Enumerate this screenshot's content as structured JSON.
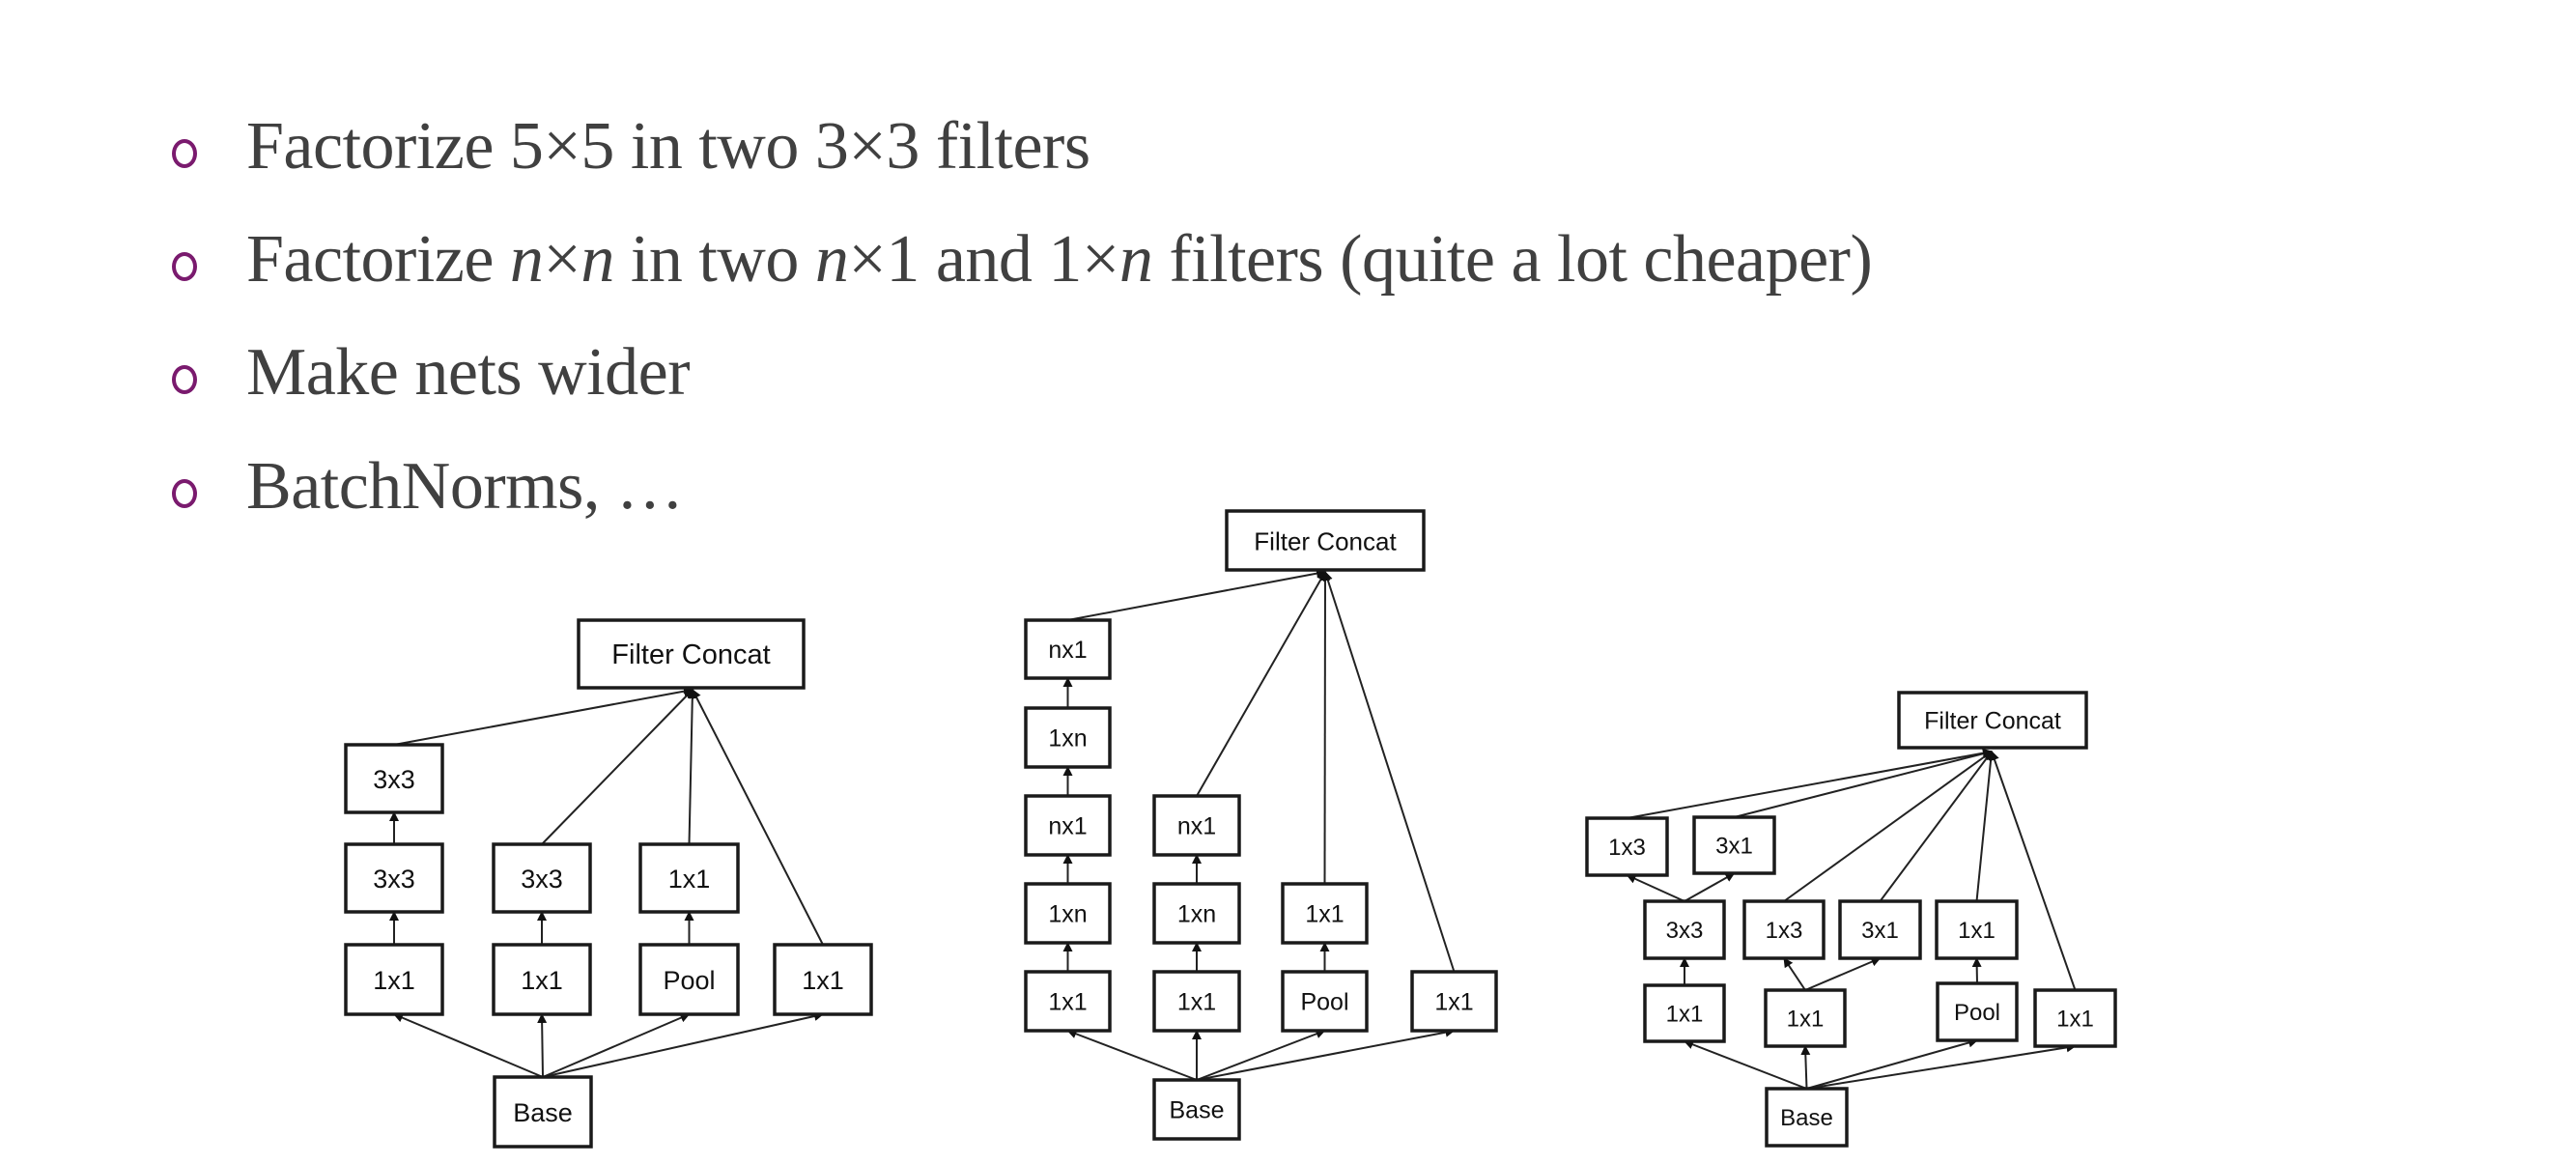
{
  "bullets": [
    {
      "segments": [
        {
          "text": "Factorize 5×5 in two 3×3 filters",
          "italic": false
        }
      ]
    },
    {
      "segments": [
        {
          "text": "Factorize ",
          "italic": false
        },
        {
          "text": "n",
          "italic": true
        },
        {
          "text": "×",
          "italic": false
        },
        {
          "text": "n",
          "italic": true
        },
        {
          "text": " in two ",
          "italic": false
        },
        {
          "text": "n",
          "italic": true
        },
        {
          "text": "×1 and 1×",
          "italic": false
        },
        {
          "text": "n",
          "italic": true
        },
        {
          "text": " filters (quite a lot cheaper)",
          "italic": false
        }
      ]
    },
    {
      "segments": [
        {
          "text": "Make nets wider",
          "italic": false
        }
      ]
    },
    {
      "segments": [
        {
          "text": "BatchNorms, …",
          "italic": false
        }
      ]
    }
  ],
  "colors": {
    "bullet": "#7a1a6e",
    "text": "#404040",
    "diagram_stroke": "#1a1a1a"
  },
  "diagrams": [
    {
      "name": "inception-3x3-factorized",
      "nodes": [
        {
          "id": "concat",
          "label": "Filter Concat"
        },
        {
          "id": "a3",
          "label": "3x3"
        },
        {
          "id": "a2",
          "label": "3x3"
        },
        {
          "id": "a1",
          "label": "1x1"
        },
        {
          "id": "b2",
          "label": "3x3"
        },
        {
          "id": "b1",
          "label": "1x1"
        },
        {
          "id": "c2",
          "label": "1x1"
        },
        {
          "id": "c1",
          "label": "Pool"
        },
        {
          "id": "d1",
          "label": "1x1"
        },
        {
          "id": "base",
          "label": "Base"
        }
      ],
      "edges": [
        [
          "base",
          "a1"
        ],
        [
          "base",
          "b1"
        ],
        [
          "base",
          "c1"
        ],
        [
          "base",
          "d1"
        ],
        [
          "a1",
          "a2"
        ],
        [
          "a2",
          "a3"
        ],
        [
          "b1",
          "b2"
        ],
        [
          "c1",
          "c2"
        ],
        [
          "a3",
          "concat"
        ],
        [
          "b2",
          "concat"
        ],
        [
          "c2",
          "concat"
        ],
        [
          "d1",
          "concat"
        ]
      ]
    },
    {
      "name": "inception-nxn-factorized",
      "nodes": [
        {
          "id": "concat",
          "label": "Filter Concat"
        },
        {
          "id": "a5",
          "label": "nx1"
        },
        {
          "id": "a4",
          "label": "1xn"
        },
        {
          "id": "a3",
          "label": "nx1"
        },
        {
          "id": "a2",
          "label": "1xn"
        },
        {
          "id": "a1",
          "label": "1x1"
        },
        {
          "id": "b3",
          "label": "nx1"
        },
        {
          "id": "b2",
          "label": "1xn"
        },
        {
          "id": "b1",
          "label": "1x1"
        },
        {
          "id": "c2",
          "label": "1x1"
        },
        {
          "id": "c1",
          "label": "Pool"
        },
        {
          "id": "d1",
          "label": "1x1"
        },
        {
          "id": "base",
          "label": "Base"
        }
      ],
      "edges": [
        [
          "base",
          "a1"
        ],
        [
          "base",
          "b1"
        ],
        [
          "base",
          "c1"
        ],
        [
          "base",
          "d1"
        ],
        [
          "a1",
          "a2"
        ],
        [
          "a2",
          "a3"
        ],
        [
          "a3",
          "a4"
        ],
        [
          "a4",
          "a5"
        ],
        [
          "b1",
          "b2"
        ],
        [
          "b2",
          "b3"
        ],
        [
          "c1",
          "c2"
        ],
        [
          "a5",
          "concat"
        ],
        [
          "b3",
          "concat"
        ],
        [
          "c2",
          "concat"
        ],
        [
          "d1",
          "concat"
        ]
      ]
    },
    {
      "name": "inception-expanded-filter-bank",
      "nodes": [
        {
          "id": "concat",
          "label": "Filter Concat"
        },
        {
          "id": "a3l",
          "label": "1x3"
        },
        {
          "id": "a3r",
          "label": "3x1"
        },
        {
          "id": "a2",
          "label": "3x3"
        },
        {
          "id": "a1",
          "label": "1x1"
        },
        {
          "id": "b2l",
          "label": "1x3"
        },
        {
          "id": "b2r",
          "label": "3x1"
        },
        {
          "id": "b1",
          "label": "1x1"
        },
        {
          "id": "c2",
          "label": "1x1"
        },
        {
          "id": "c1",
          "label": "Pool"
        },
        {
          "id": "d1",
          "label": "1x1"
        },
        {
          "id": "base",
          "label": "Base"
        }
      ],
      "edges": [
        [
          "base",
          "a1"
        ],
        [
          "base",
          "b1"
        ],
        [
          "base",
          "c1"
        ],
        [
          "base",
          "d1"
        ],
        [
          "a1",
          "a2"
        ],
        [
          "a2",
          "a3l"
        ],
        [
          "a2",
          "a3r"
        ],
        [
          "b1",
          "b2l"
        ],
        [
          "b1",
          "b2r"
        ],
        [
          "c1",
          "c2"
        ],
        [
          "a3l",
          "concat"
        ],
        [
          "a3r",
          "concat"
        ],
        [
          "b2l",
          "concat"
        ],
        [
          "b2r",
          "concat"
        ],
        [
          "c2",
          "concat"
        ],
        [
          "d1",
          "concat"
        ]
      ]
    }
  ]
}
